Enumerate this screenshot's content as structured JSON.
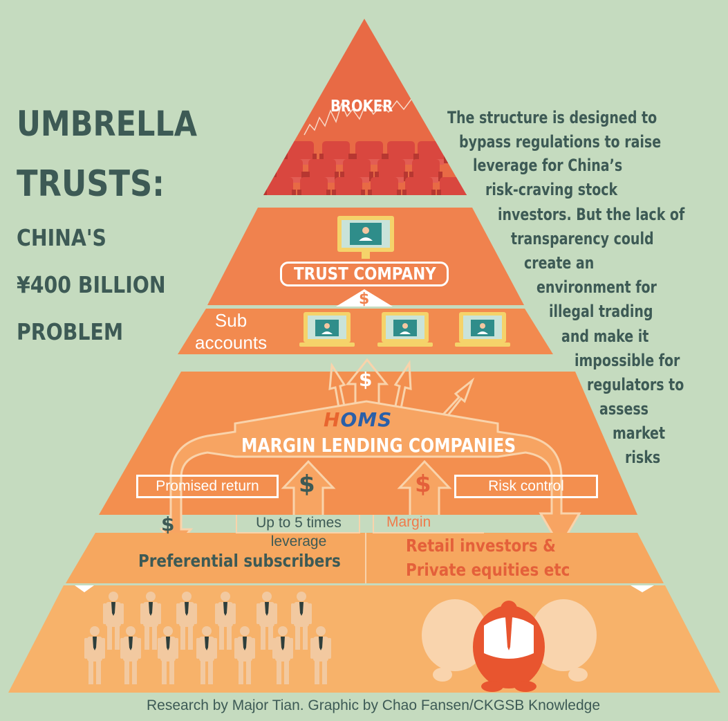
{
  "title": {
    "line1": "UMBRELLA",
    "line2": "TRUSTS:",
    "line3": "CHINA'S",
    "line4": "¥400 BILLION",
    "line5": "PROBLEM"
  },
  "description_lines": [
    "The structure is designed to",
    "bypass regulations to raise",
    "leverage for China’s",
    "risk-craving stock",
    "investors. But the lack of",
    "transparency could",
    "create an",
    "environment for",
    "illegal trading",
    "and make it",
    "impossible for",
    "regulators to",
    "assess",
    "market",
    "risks"
  ],
  "pyramid": {
    "broker": "BROKER",
    "trust_company": "TRUST COMPANY",
    "sub_accounts_line1": "Sub",
    "sub_accounts_line2": "accounts",
    "homs_logo": "HOMS",
    "margin_lending": "MARGIN LENDING COMPANIES",
    "promised_return": "Promised return",
    "risk_control": "Risk control",
    "leverage_line1": "Up to 5 times",
    "leverage_line2": "leverage",
    "margin": "Margin",
    "preferential": "Preferential subscribers",
    "retail_line1": "Retail investors &",
    "retail_line2": "Private equities etc",
    "dollar_sign": "$"
  },
  "credit": "Research by Major Tian. Graphic by Chao Fansen/CKGSB Knowledge",
  "colors": {
    "background": "#c5dbbf",
    "tier1": "#e4603a",
    "tier2": "#f0824e",
    "tier3": "#f28f4e",
    "tier4": "#f6a75f",
    "tier5": "#f7b26a",
    "text_dark": "#3d5a55",
    "accent_red": "#e4603a"
  },
  "icons": [
    "stock-line-icon",
    "seats-icon",
    "monitor-person-icon",
    "laptop-person-icon",
    "arrow-icon",
    "person-icon",
    "fat-investor-icon"
  ]
}
